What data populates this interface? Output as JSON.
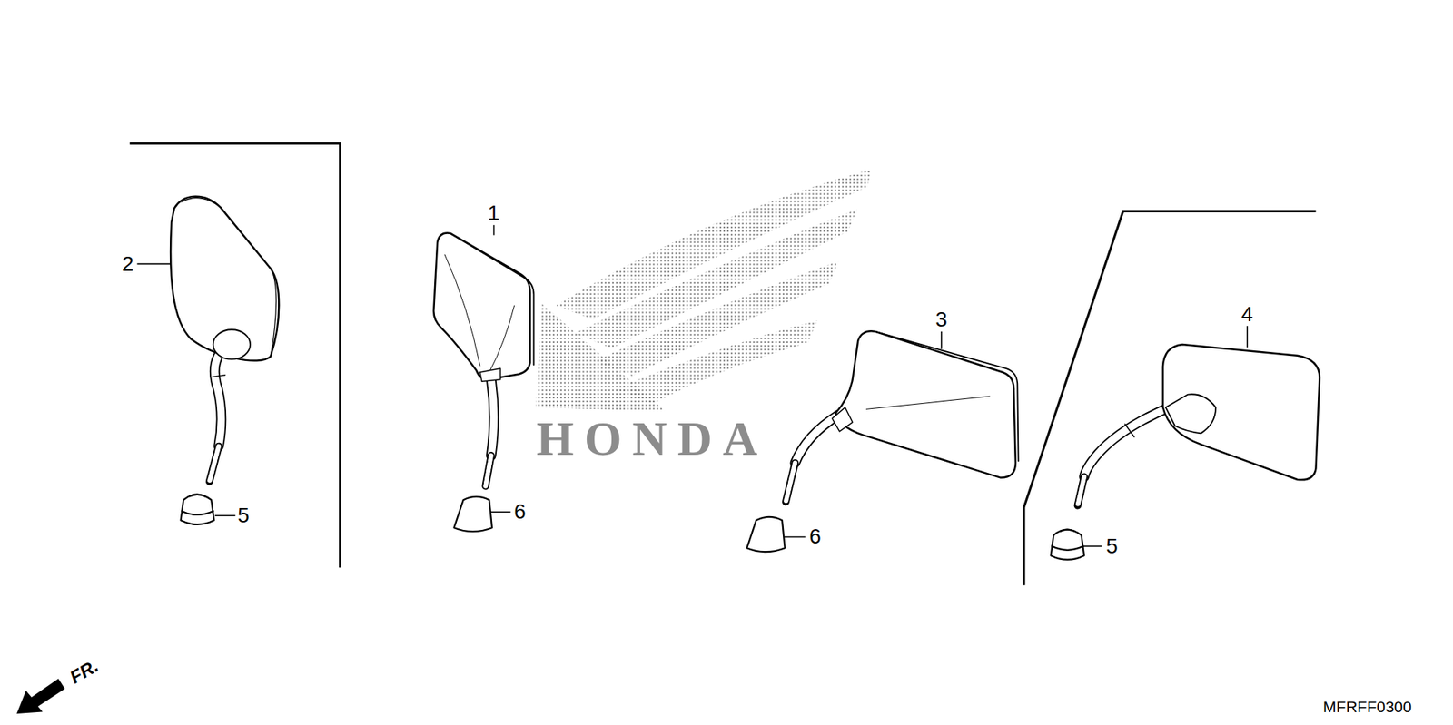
{
  "diagram": {
    "labels": [
      "2",
      "1",
      "3",
      "4",
      "5",
      "6",
      "6",
      "5",
      "HONDA",
      "FR.",
      "MFRFF0300"
    ]
  }
}
